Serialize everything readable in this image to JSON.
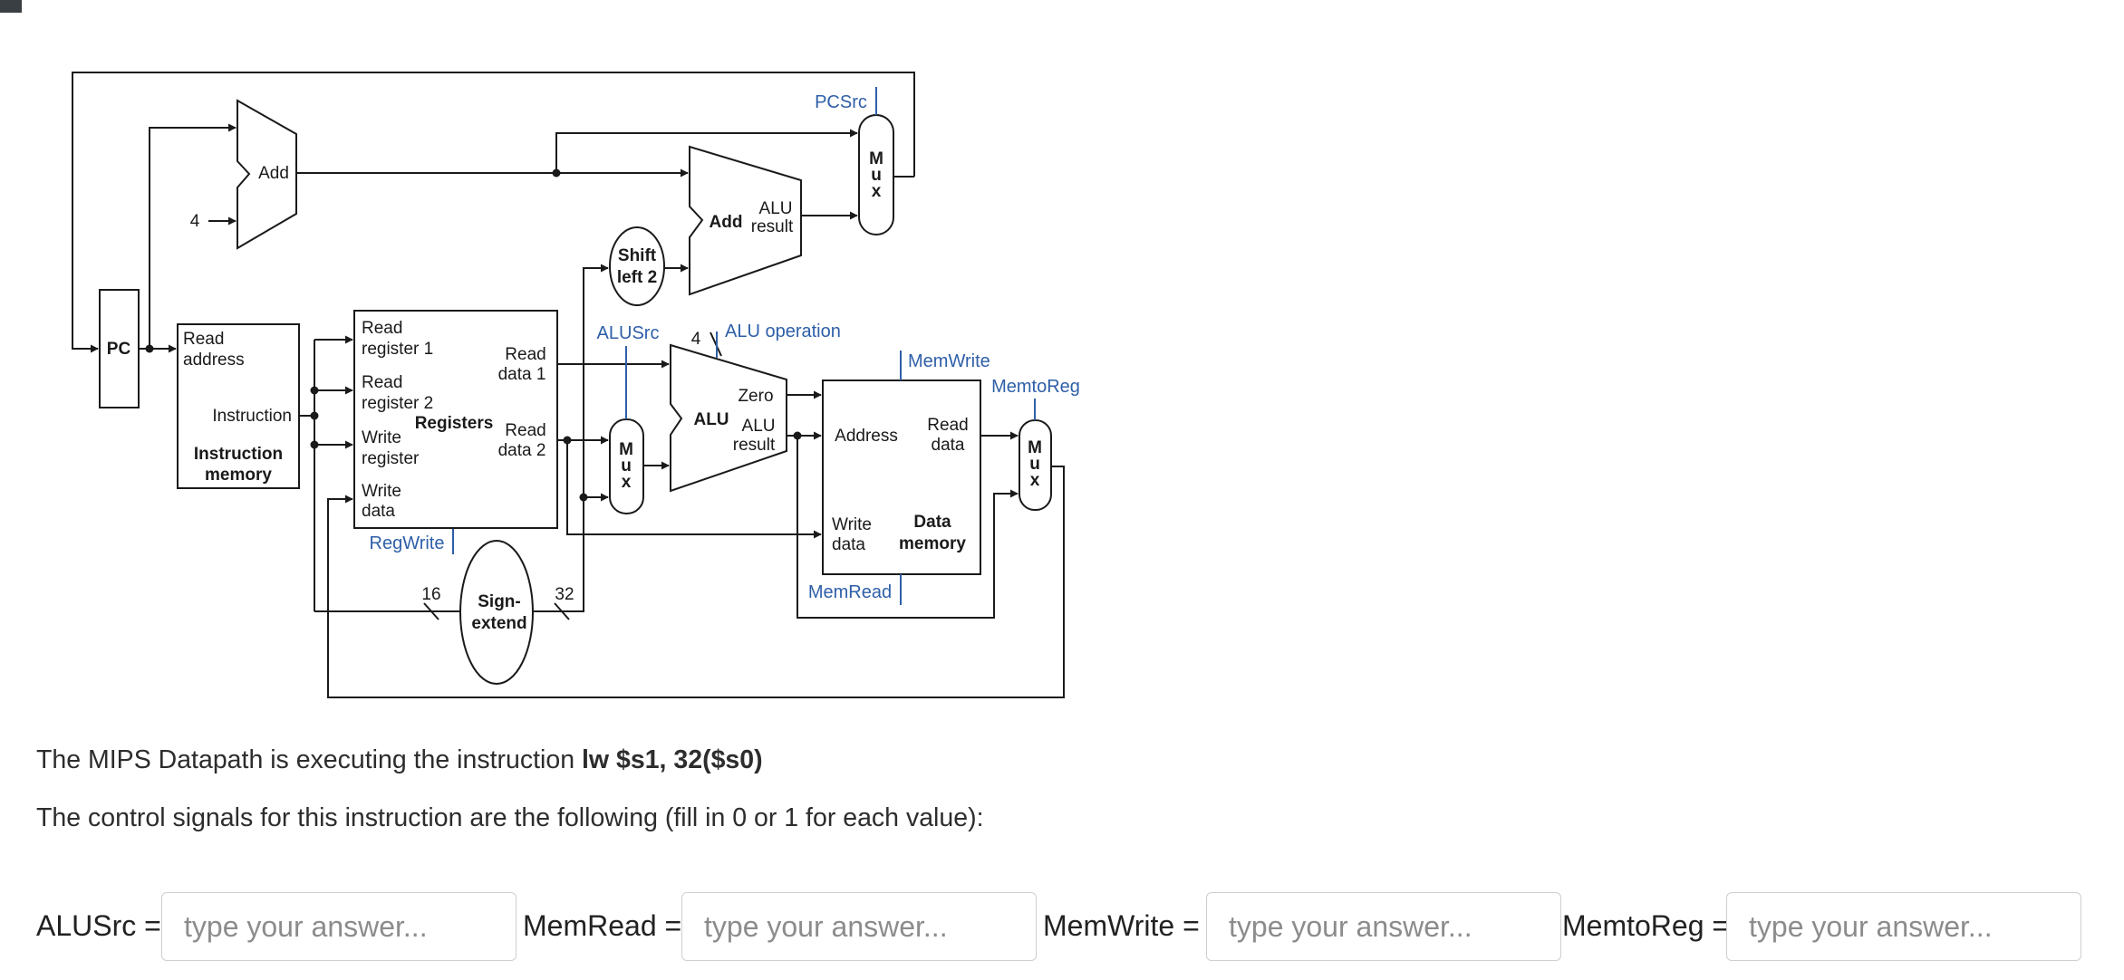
{
  "diagram": {
    "pc": "PC",
    "add_top": "Add",
    "four": "4",
    "shift": [
      "Shift",
      "left 2"
    ],
    "add_branch": "Add",
    "alu_result": [
      "ALU",
      "result"
    ],
    "mux": [
      "M",
      "u",
      "x"
    ],
    "pcsrc": "PCSrc",
    "imem_read_address": [
      "Read",
      "address"
    ],
    "imem_instruction": "Instruction",
    "imem_title": [
      "Instruction",
      "memory"
    ],
    "reg_read1": [
      "Read",
      "register 1"
    ],
    "reg_read2": [
      "Read",
      "register 2"
    ],
    "reg_write_reg": [
      "Write",
      "register"
    ],
    "reg_write_data": [
      "Write",
      "data"
    ],
    "reg_title": "Registers",
    "reg_read_data1": [
      "Read",
      "data 1"
    ],
    "reg_read_data2": [
      "Read",
      "data 2"
    ],
    "regwrite": "RegWrite",
    "sign_extend": [
      "Sign-",
      "extend"
    ],
    "bits_16": "16",
    "bits_32": "32",
    "alusrc": "ALUSrc",
    "alu_op_bits": "4",
    "alu_operation": "ALU operation",
    "zero": "Zero",
    "alu": "ALU",
    "memwrite": "MemWrite",
    "memtoreg": "MemtoReg",
    "dmem_address": "Address",
    "dmem_read_data": [
      "Read",
      "data"
    ],
    "dmem_write_data": [
      "Write",
      "data"
    ],
    "dmem_title": [
      "Data",
      "memory"
    ],
    "memread": "MemRead",
    "colors": {
      "control": "#2e5fa8",
      "line": "#1a1a1a"
    }
  },
  "question": {
    "line1_prefix": "The MIPS Datapath is executing the instruction ",
    "instruction": "lw $s1, 32($s0)",
    "line2": "The control signals for this instruction are the following (fill in 0 or 1 for each value):"
  },
  "answers": [
    {
      "label": "ALUSrc =",
      "value": "",
      "placeholder": "type your answer..."
    },
    {
      "label": "MemRead =",
      "value": "",
      "placeholder": "type your answer..."
    },
    {
      "label": "MemWrite =",
      "value": "",
      "placeholder": "type your answer..."
    },
    {
      "label": "MemtoReg =",
      "value": "",
      "placeholder": "type your answer..."
    }
  ]
}
